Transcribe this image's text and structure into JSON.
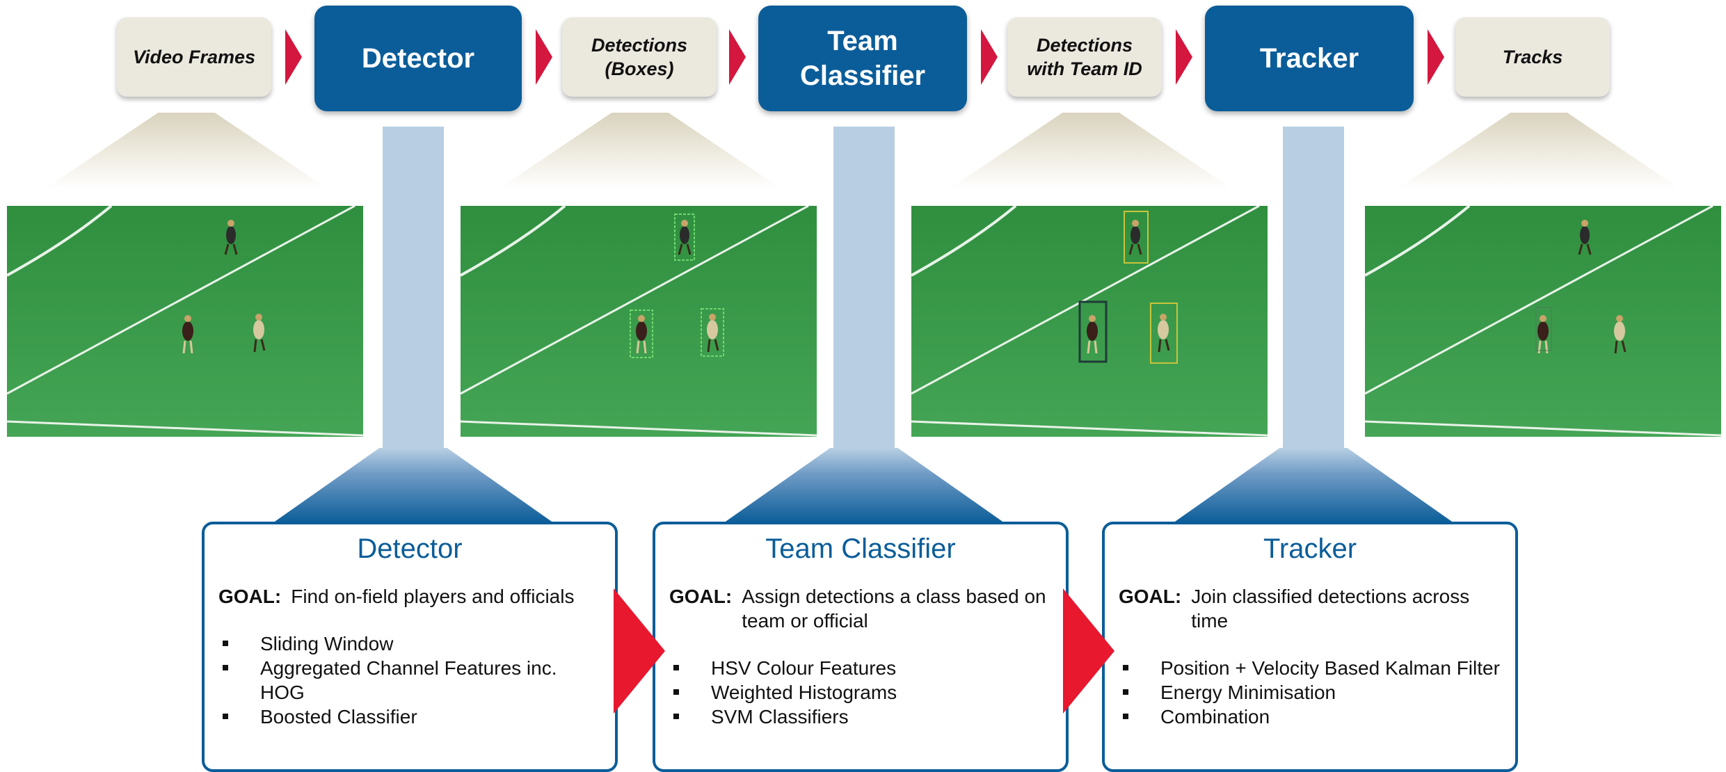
{
  "pipeline": {
    "stage1": "Video Frames",
    "proc1": "Detector",
    "stage2_l1": "Detections",
    "stage2_l2": "(Boxes)",
    "proc2_l1": "Team",
    "proc2_l2": "Classifier",
    "stage3_l1": "Detections",
    "stage3_l2": "with Team ID",
    "proc3": "Tracker",
    "stage4": "Tracks"
  },
  "colors": {
    "process_blue": "#0b5d99",
    "stage_beige": "#ebe8de",
    "arrow_red": "#d3173e",
    "pitch_green": "#3a9a4a",
    "box_green": "#6fd86f",
    "box_dark": "#1f3b36",
    "box_yellow": "#c9c43a"
  },
  "cards": [
    {
      "title": "Detector",
      "goal_label": "GOAL:",
      "goal_text": "Find on-field players and officials",
      "bullets": [
        "Sliding Window",
        "Aggregated Channel Features inc. HOG",
        "Boosted Classifier"
      ]
    },
    {
      "title": "Team Classifier",
      "goal_label": "GOAL:",
      "goal_text": "Assign detections a class based on team or official",
      "bullets": [
        "HSV Colour Features",
        "Weighted Histograms",
        "SVM Classifiers"
      ]
    },
    {
      "title": "Tracker",
      "goal_label": "GOAL:",
      "goal_text": "Join classified detections across time",
      "bullets": [
        "Position + Velocity Based Kalman Filter",
        "Energy Minimisation",
        "Combination"
      ]
    }
  ]
}
